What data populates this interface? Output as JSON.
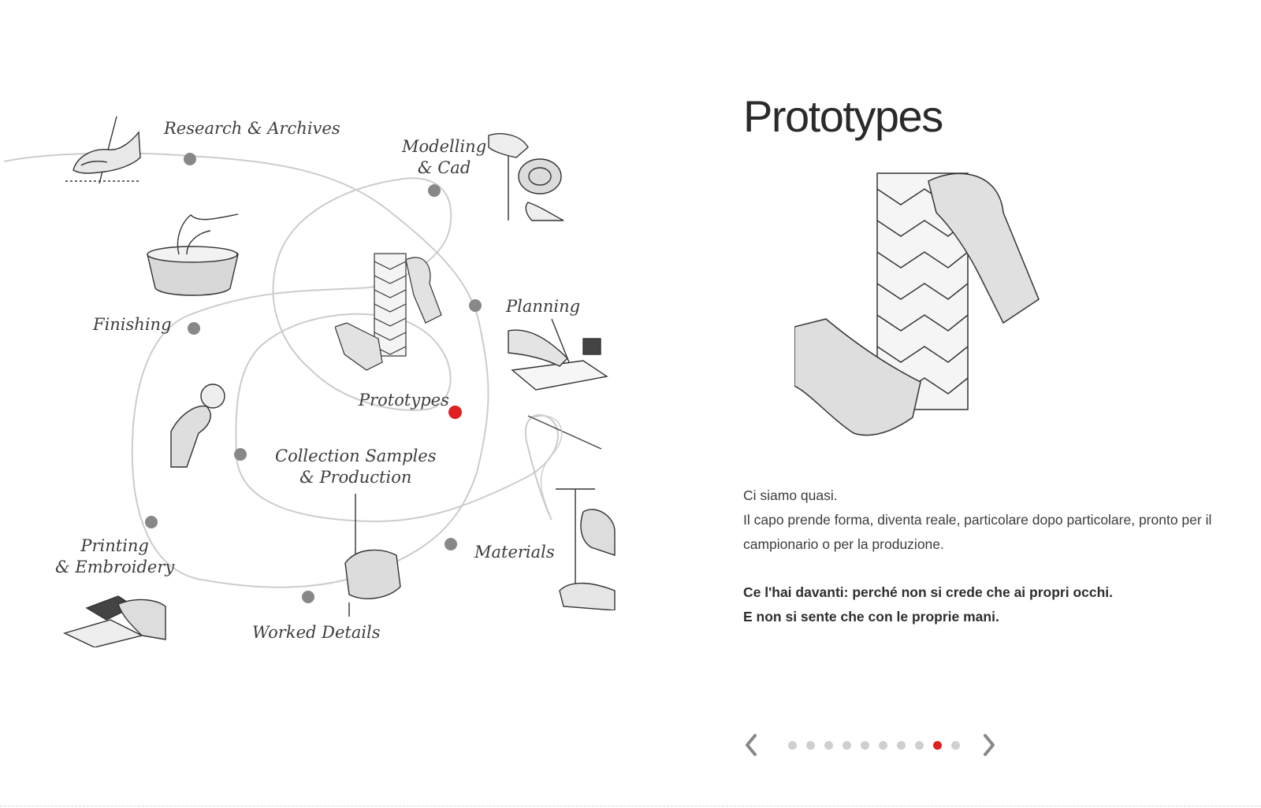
{
  "diagram": {
    "labels": {
      "research": [
        "Research & Archives"
      ],
      "modelling": [
        "Modelling",
        "& Cad"
      ],
      "planning": [
        "Planning"
      ],
      "finishing": [
        "Finishing"
      ],
      "prototypes": [
        "Prototypes"
      ],
      "collection": [
        "Collection Samples",
        "& Production"
      ],
      "printing": [
        "Printing",
        "& Embroidery"
      ],
      "materials": [
        "Materials"
      ],
      "worked": [
        "Worked Details"
      ]
    },
    "active_stage": "prototypes",
    "colors": {
      "path": "#cccccc",
      "node": "#888888",
      "active": "#e02020"
    },
    "icons": {
      "research": "hand-writing-quill-icon",
      "modelling": "hands-measuring-tape-icon",
      "finishing": "washing-basin-icon",
      "planning": "hand-writing-inkwell-icon",
      "prototypes": "hands-paper-chain-icon",
      "timer": "hand-pocket-watch-icon",
      "needle": "needle-thread-icon",
      "materials": "hands-thread-spool-icon",
      "worked": "hand-stitching-icon",
      "printing": "hand-pressing-print-icon"
    }
  },
  "detail": {
    "title": "Prototypes",
    "line1": "Ci siamo quasi.",
    "line2": "Il capo prende forma, diventa reale, particolare dopo particolare, pronto per il campionario o per la produzione.",
    "bold1": "Ce l'hai davanti: perché non si crede che ai propri occhi.",
    "bold2": "E non si sente che con le proprie mani."
  },
  "pager": {
    "total": 10,
    "active_index": 8,
    "prev_icon": "chevron-left-icon",
    "next_icon": "chevron-right-icon"
  }
}
